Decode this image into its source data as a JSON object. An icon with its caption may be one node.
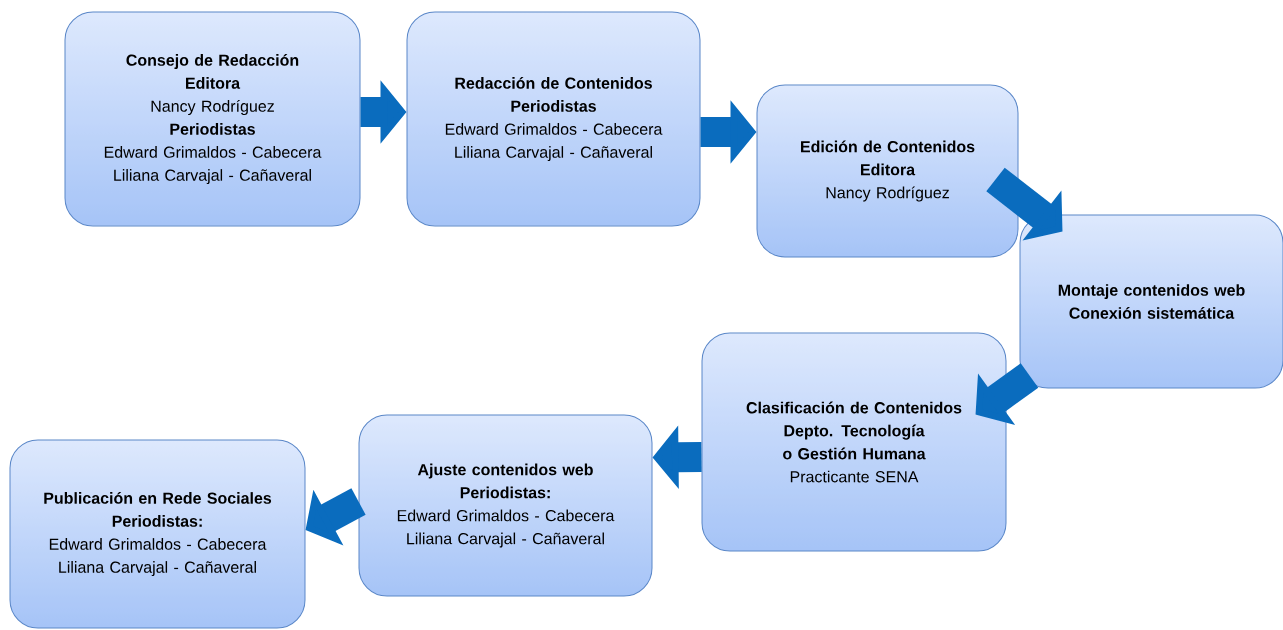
{
  "diagram": {
    "nodes": [
      {
        "text": [
          "Consejo de Redacción",
          "Editora",
          "Nancy Rodríguez",
          "Periodistas",
          "Edward Grimaldos - Cabecera",
          "Liliana Carvajal - Cañaveral"
        ]
      },
      {
        "text": [
          "Redacción de Contenidos",
          "Periodistas",
          "Edward Grimaldos - Cabecera",
          "Liliana Carvajal - Cañaveral"
        ]
      },
      {
        "text": [
          "Edición de Contenidos",
          "Editora",
          "Nancy Rodríguez"
        ]
      },
      {
        "text": [
          "Montaje contenidos web",
          "Conexión sistemática"
        ]
      },
      {
        "text": [
          "Clasificación de Contenidos",
          "Depto. Tecnología o Gestión Humana",
          "Practicante SENA"
        ]
      },
      {
        "text": [
          "Ajuste contenidos web",
          "Periodistas:",
          "Edward Grimaldos - Cabecera",
          "Liliana Carvajal - Cañaveral"
        ]
      },
      {
        "text": [
          "Publicación en Rede Sociales",
          "Periodistas:",
          "Edward Grimaldos - Cabecera",
          "Liliana Carvajal - Cañaveral"
        ]
      }
    ],
    "edges": [
      {
        "from": 0,
        "to": 1,
        "arrow": "to"
      },
      {
        "from": 1,
        "to": 2,
        "arrow": "to"
      },
      {
        "from": 2,
        "to": 3,
        "arrow": "to"
      },
      {
        "from": 3,
        "to": 4,
        "arrow": "to"
      },
      {
        "from": 4,
        "to": 5,
        "arrow": "to"
      },
      {
        "from": 5,
        "to": 6,
        "arrow": "to"
      }
    ]
  }
}
